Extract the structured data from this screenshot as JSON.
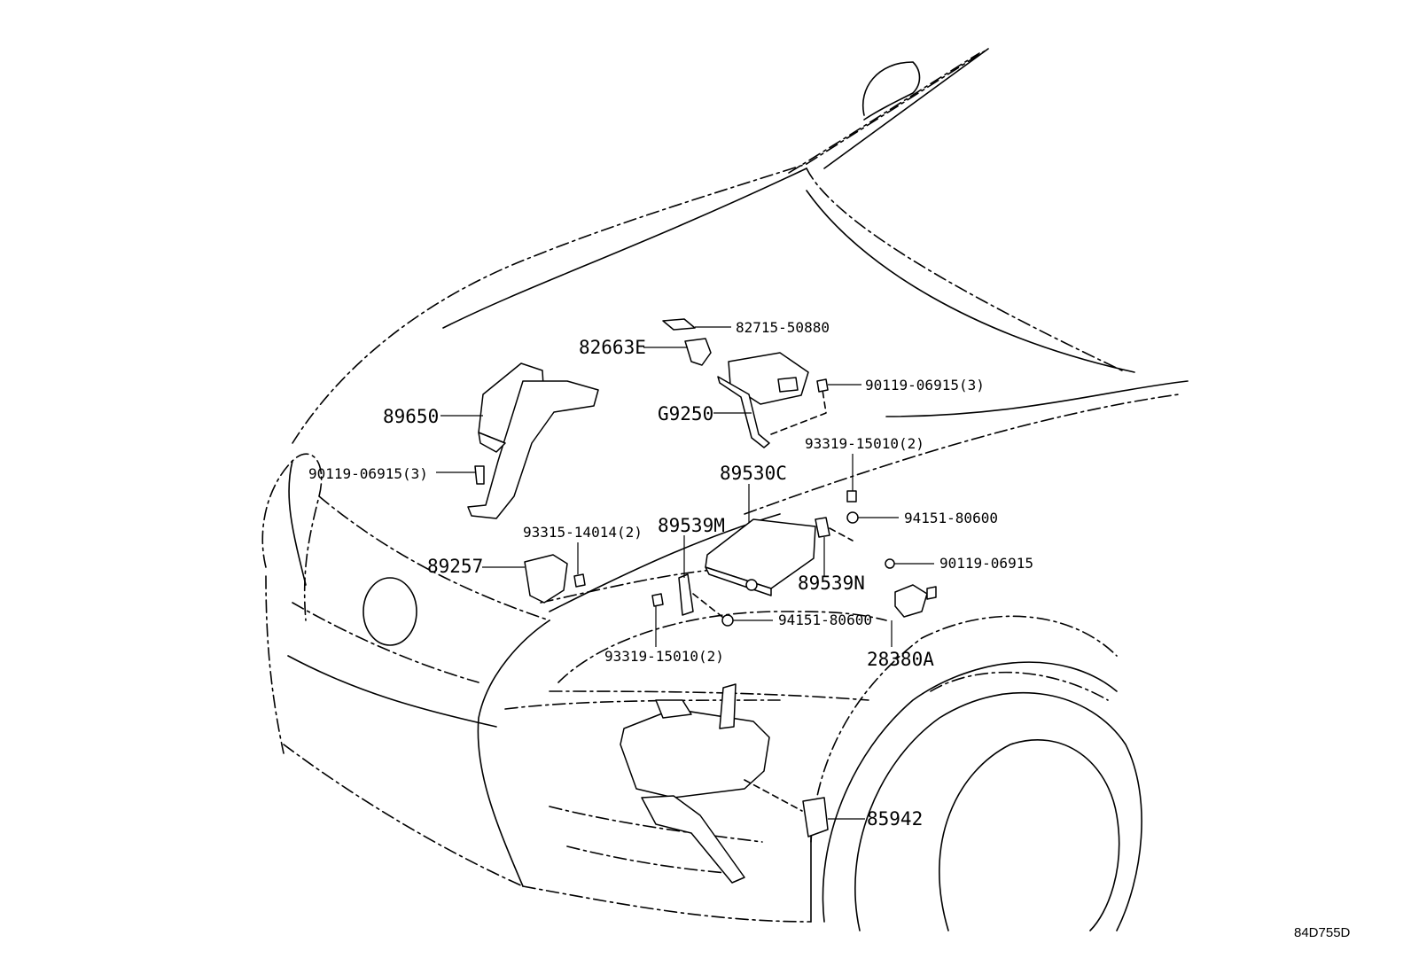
{
  "diagram_ref": "84D755D",
  "labels": {
    "p82715": "82715-50880",
    "p82663e": "82663E",
    "p89650": "89650",
    "p90119_3_right": "90119-06915(3)",
    "pg9250": "G9250",
    "p90119_3_left": "90119-06915(3)",
    "p93319_top": "93319-15010(2)",
    "p89530c": "89530C",
    "p93315": "93315-14014(2)",
    "p89539m": "89539M",
    "p94151_right": "94151-80600",
    "p89257": "89257",
    "p90119_single": "90119-06915",
    "p89539n": "89539N",
    "p94151_bottom": "94151-80600",
    "p93319_bottom": "93319-15010(2)",
    "p28380a": "28380A",
    "p85942": "85942"
  }
}
